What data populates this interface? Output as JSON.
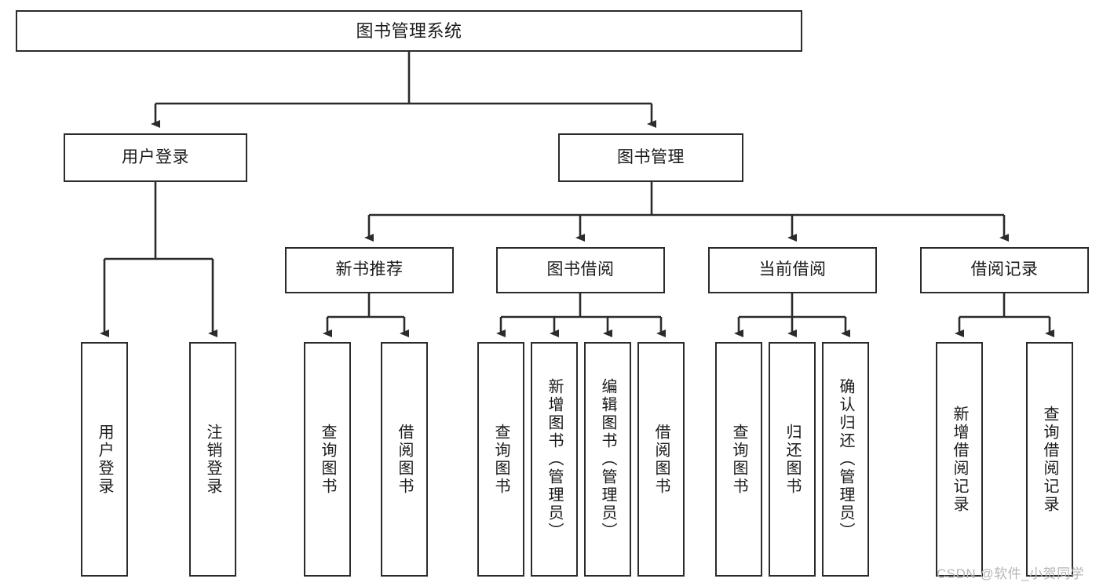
{
  "diagram": {
    "type": "tree-hierarchy-chart",
    "title_node": {
      "id": "root",
      "label": "图书管理系统"
    },
    "level2": [
      {
        "id": "user-login",
        "label": "用户登录"
      },
      {
        "id": "book-management",
        "label": "图书管理"
      }
    ],
    "level3": [
      {
        "id": "new-book-recommend",
        "label": "新书推荐",
        "parent": "book-management"
      },
      {
        "id": "book-borrow",
        "label": "图书借阅",
        "parent": "book-management"
      },
      {
        "id": "current-borrow",
        "label": "当前借阅",
        "parent": "book-management"
      },
      {
        "id": "borrow-record",
        "label": "借阅记录",
        "parent": "book-management"
      }
    ],
    "leaves": [
      {
        "id": "leaf-user-login",
        "label": "用户登录",
        "parent": "user-login"
      },
      {
        "id": "leaf-logout-login",
        "label": "注销登录",
        "parent": "user-login"
      },
      {
        "id": "leaf-query-book-1",
        "label": "查询图书",
        "parent": "new-book-recommend"
      },
      {
        "id": "leaf-borrow-book-1",
        "label": "借阅图书",
        "parent": "new-book-recommend"
      },
      {
        "id": "leaf-query-book-2",
        "label": "查询图书",
        "parent": "book-borrow"
      },
      {
        "id": "leaf-add-book",
        "label": "新增图书（管理员）",
        "parent": "book-borrow"
      },
      {
        "id": "leaf-edit-book",
        "label": "编辑图书（管理员）",
        "parent": "book-borrow"
      },
      {
        "id": "leaf-borrow-book-2",
        "label": "借阅图书",
        "parent": "book-borrow"
      },
      {
        "id": "leaf-query-book-3",
        "label": "查询图书",
        "parent": "current-borrow"
      },
      {
        "id": "leaf-return-book",
        "label": "归还图书",
        "parent": "current-borrow"
      },
      {
        "id": "leaf-confirm-return",
        "label": "确认归还（管理员）",
        "parent": "current-borrow"
      },
      {
        "id": "leaf-add-record",
        "label": "新增借阅记录",
        "parent": "borrow-record"
      },
      {
        "id": "leaf-query-record",
        "label": "查询借阅记录",
        "parent": "borrow-record"
      }
    ]
  },
  "watermark": {
    "text": "CSDN @软件_小贺同学"
  },
  "colors": {
    "background": "#ffffff",
    "box_border": "#2b2b2b",
    "box_fill": "#ffffff",
    "text": "#1a1a1a",
    "connector": "#2b2b2b",
    "watermark": "#b6b6b6"
  }
}
